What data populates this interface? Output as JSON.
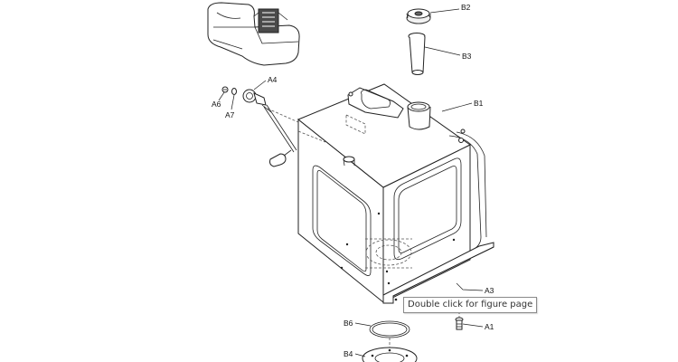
{
  "callouts": {
    "b2": "B2",
    "b3": "B3",
    "b1": "B1",
    "a4": "A4",
    "a6": "A6",
    "a7": "A7",
    "a3": "A3",
    "a1": "A1",
    "b6": "B6",
    "b4": "B4"
  },
  "tooltip": "Double click for figure page"
}
